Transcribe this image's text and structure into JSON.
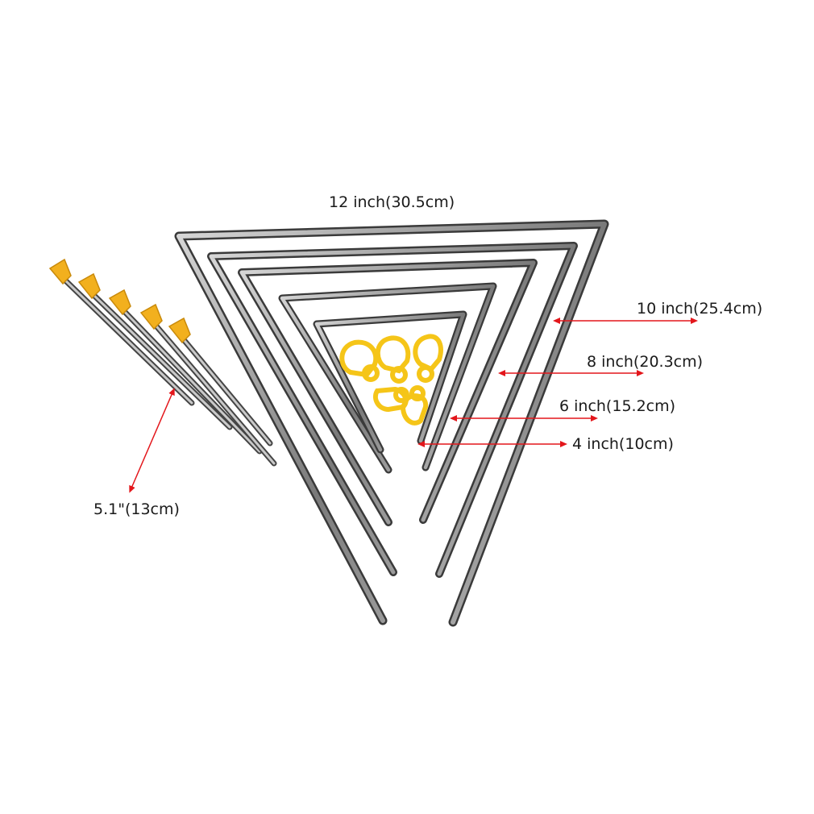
{
  "labels": {
    "size_12": "12 inch(30.5cm)",
    "size_10": "10 inch(25.4cm)",
    "size_8": "8 inch(20.3cm)",
    "size_6": "6 inch(15.2cm)",
    "size_4": "4 inch(10cm)",
    "beater": "5.1\"(13cm)"
  },
  "colors": {
    "arrow": "#e3161b",
    "steel": "#8c8c8c",
    "holder": "#f5c518",
    "beater_tip": "#f2b01e"
  }
}
